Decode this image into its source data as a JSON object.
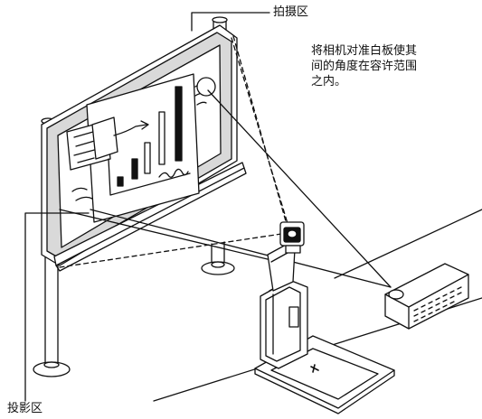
{
  "labels": {
    "capture_area": "拍摄区",
    "projection_area": "投影区",
    "note": [
      "将相机对准白板使其",
      "间的角度在容许范围",
      "之内。"
    ]
  },
  "colors": {
    "line": "#111111",
    "frame_fill": "#d9d9d9",
    "board_fill": "#ffffff",
    "ink": "#111111"
  }
}
